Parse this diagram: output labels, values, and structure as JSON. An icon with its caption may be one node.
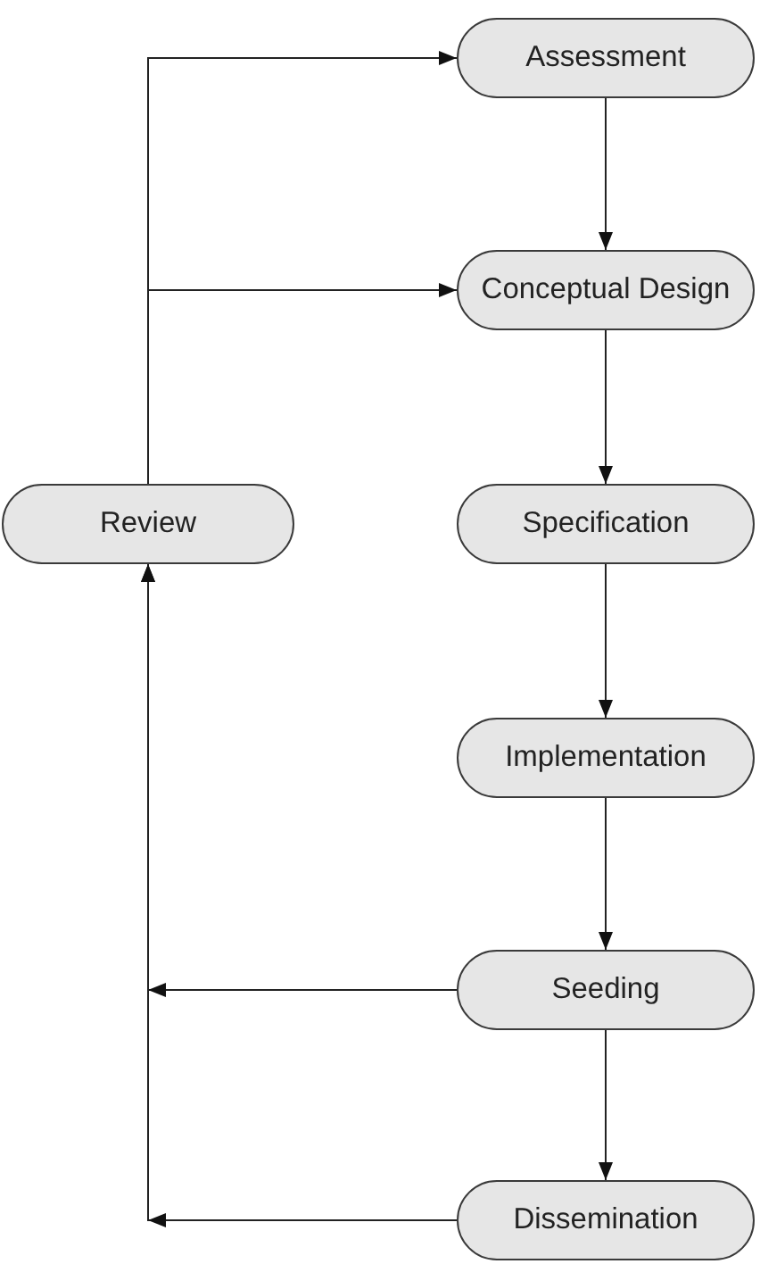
{
  "diagram": {
    "nodes": [
      {
        "text": [
          "Assessment"
        ]
      },
      {
        "text": [
          "Conceptual Design"
        ]
      },
      {
        "text": [
          "Review"
        ]
      },
      {
        "text": [
          "Specification"
        ]
      },
      {
        "text": [
          "Implementation"
        ]
      },
      {
        "text": [
          "Seeding"
        ]
      },
      {
        "text": [
          "Dissemination"
        ]
      }
    ],
    "edges": [
      {
        "from": 0,
        "to": 1,
        "arrow": "to"
      },
      {
        "from": 1,
        "to": 3,
        "arrow": "to"
      },
      {
        "from": 3,
        "to": 4,
        "arrow": "to"
      },
      {
        "from": 4,
        "to": 5,
        "arrow": "to"
      },
      {
        "from": 5,
        "to": 6,
        "arrow": "to"
      },
      {
        "from": 2,
        "to": 0,
        "arrow": "to"
      },
      {
        "from": 2,
        "to": 1,
        "arrow": "to"
      },
      {
        "from": 5,
        "to": 2,
        "arrow": "to"
      },
      {
        "from": 6,
        "to": 2,
        "arrow": "to"
      }
    ]
  }
}
